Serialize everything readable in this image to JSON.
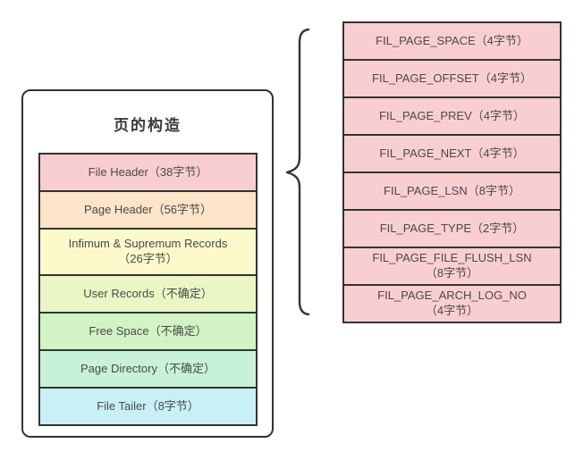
{
  "diagram": {
    "border_color": "#333333",
    "text_color": "#4a4a4a",
    "background_color": "#ffffff"
  },
  "left_box": {
    "title": "页的构造",
    "rows": [
      {
        "label": "File Header（38字节）",
        "color": "#f9ced2"
      },
      {
        "label": "Page Header（56字节）",
        "color": "#fbe4c8"
      },
      {
        "label": "Infimum & Supremum Records\n（26字节）",
        "color": "#fcf9cb"
      },
      {
        "label": "User Records（不确定）",
        "color": "#eaf6c5"
      },
      {
        "label": "Free Space（不确定）",
        "color": "#d2f3c3"
      },
      {
        "label": "Page Directory（不确定）",
        "color": "#c8f2d7"
      },
      {
        "label": "File Tailer（8字节）",
        "color": "#c9f0f5"
      }
    ]
  },
  "right_list": {
    "row_color": "#f9ced2",
    "rows": [
      {
        "label": "FIL_PAGE_SPACE（4字节）"
      },
      {
        "label": "FIL_PAGE_OFFSET（4字节）"
      },
      {
        "label": "FIL_PAGE_PREV（4字节）"
      },
      {
        "label": "FIL_PAGE_NEXT（4字节）"
      },
      {
        "label": "FIL_PAGE_LSN（8字节）"
      },
      {
        "label": "FIL_PAGE_TYPE（2字节）"
      },
      {
        "label": "FIL_PAGE_FILE_FLUSH_LSN\n（8字节）"
      },
      {
        "label": "FIL_PAGE_ARCH_LOG_NO\n（4字节）"
      }
    ]
  }
}
